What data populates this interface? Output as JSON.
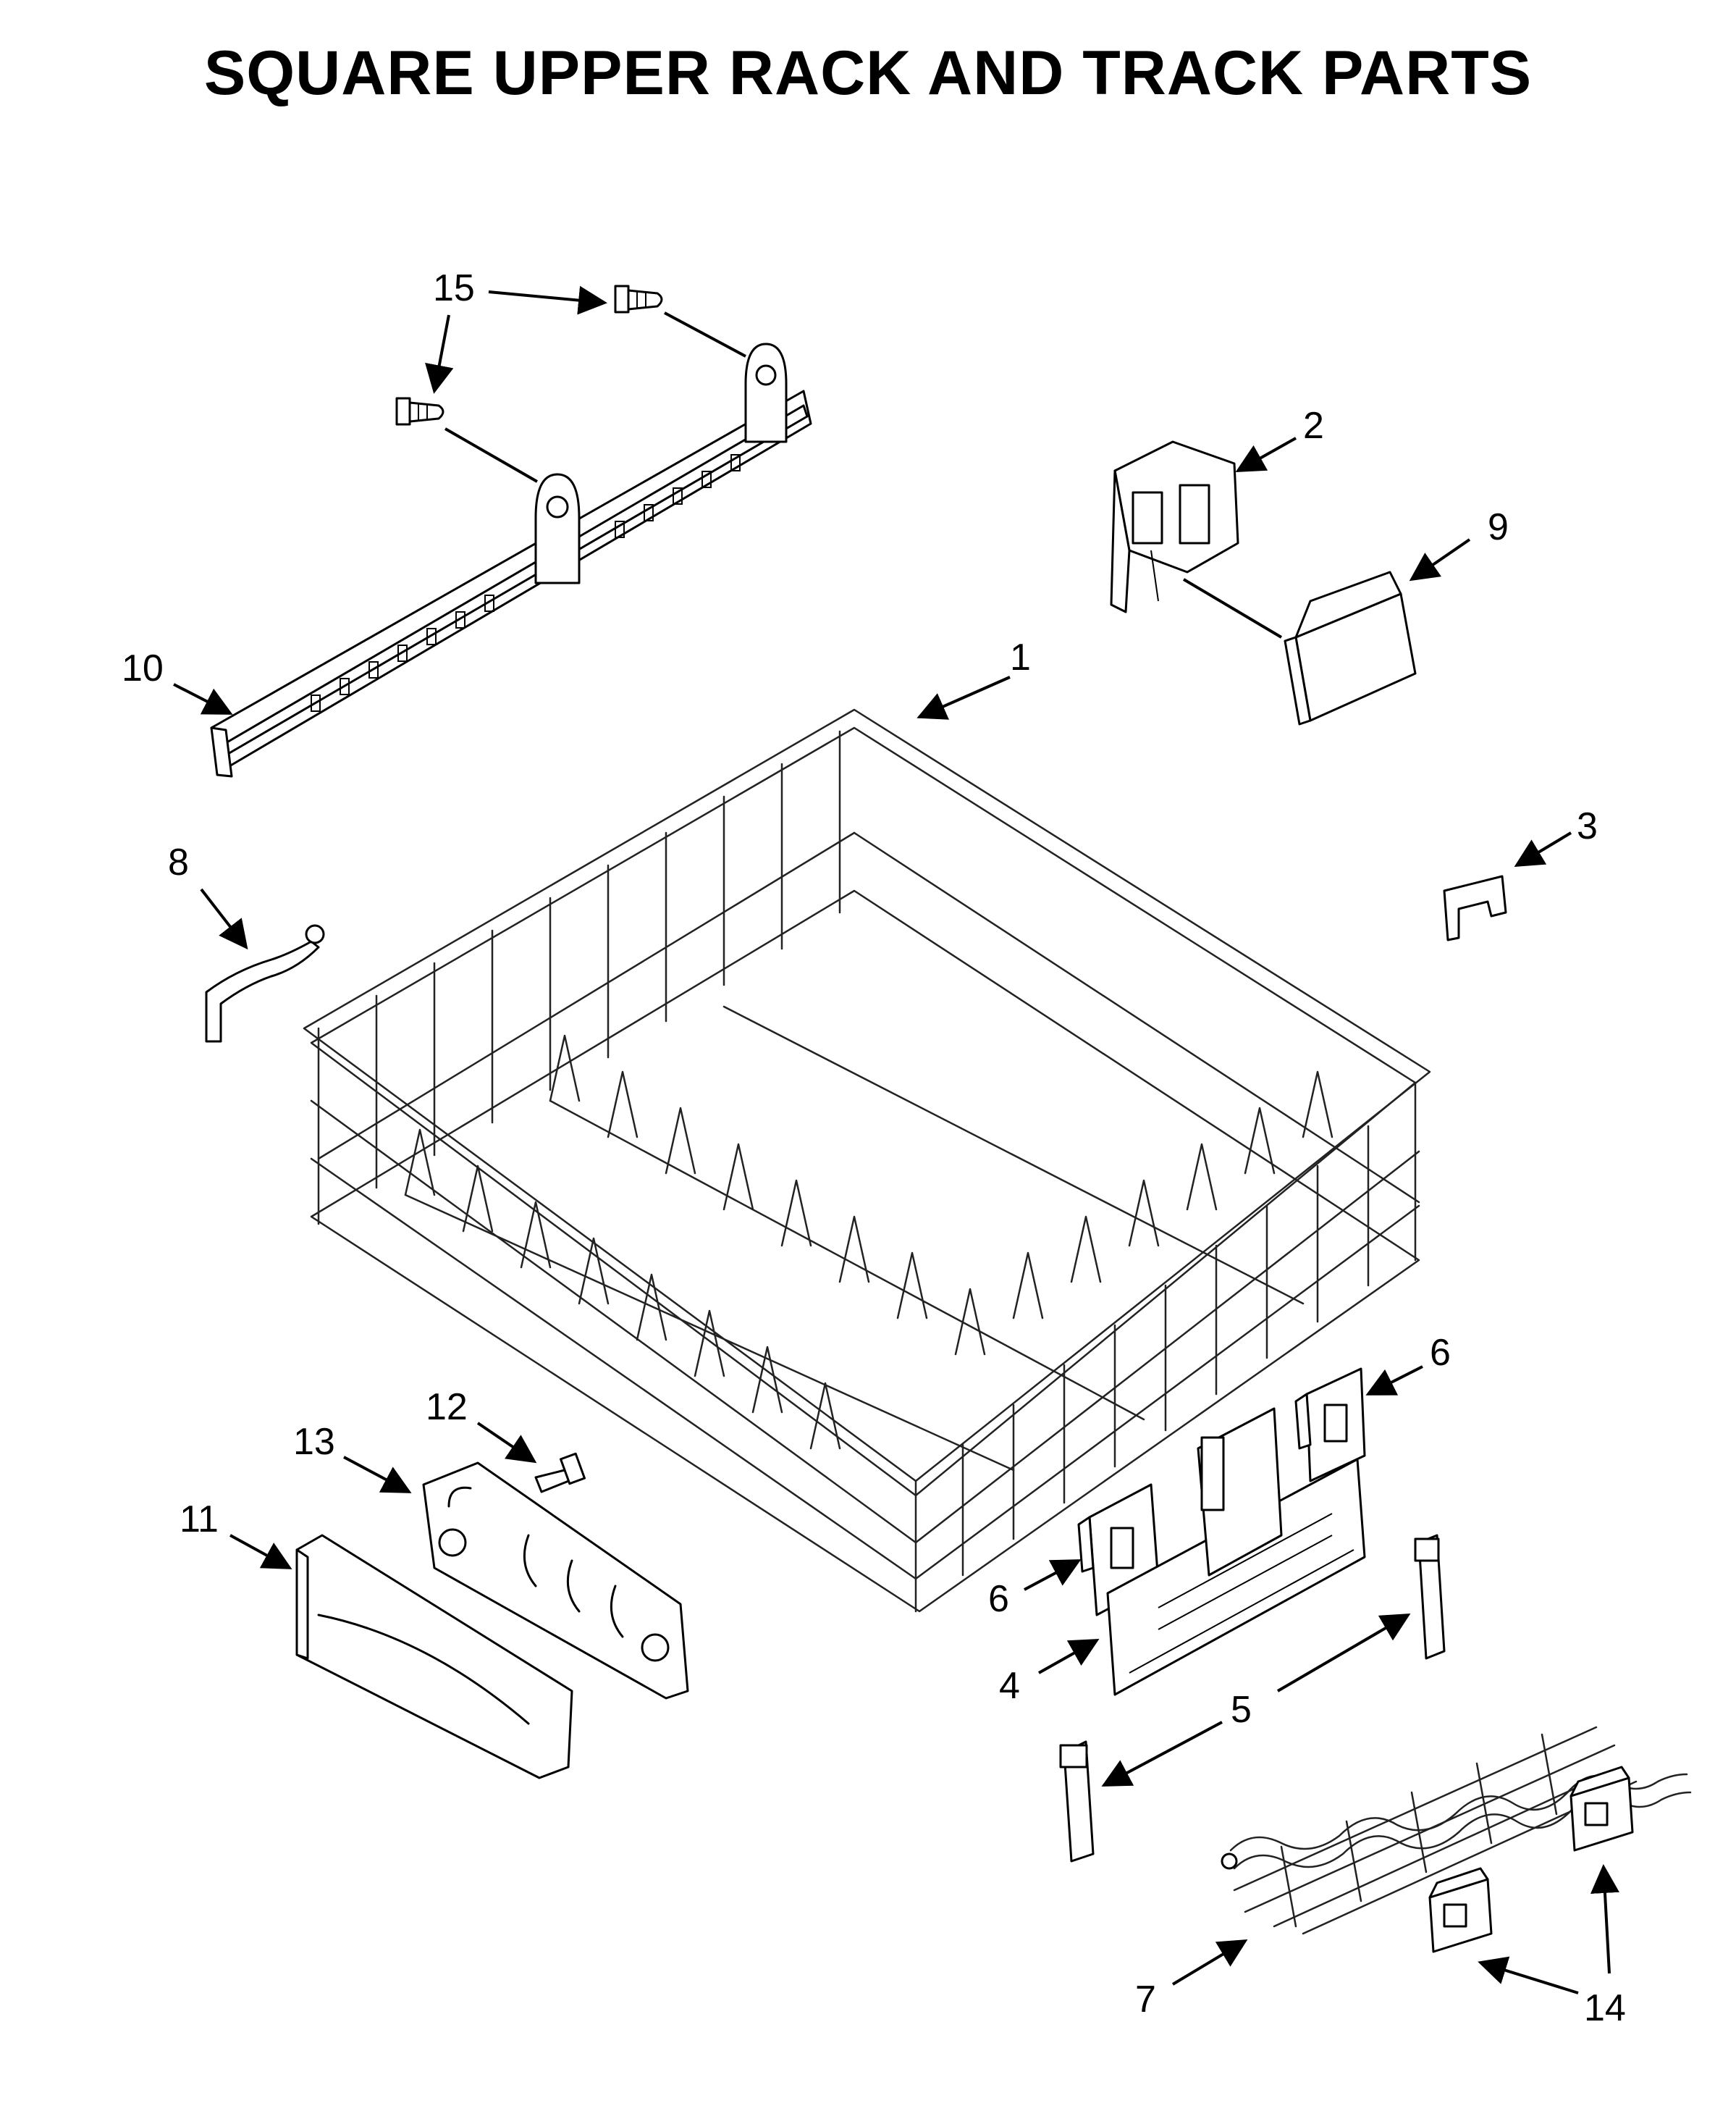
{
  "title": "SQUARE UPPER RACK AND TRACK PARTS",
  "callouts": {
    "c1": "1",
    "c2": "2",
    "c3": "3",
    "c4": "4",
    "c5": "5",
    "c6a": "6",
    "c6b": "6",
    "c7": "7",
    "c8": "8",
    "c9": "9",
    "c10": "10",
    "c11": "11",
    "c12": "12",
    "c13": "13",
    "c14": "14",
    "c15": "15"
  }
}
